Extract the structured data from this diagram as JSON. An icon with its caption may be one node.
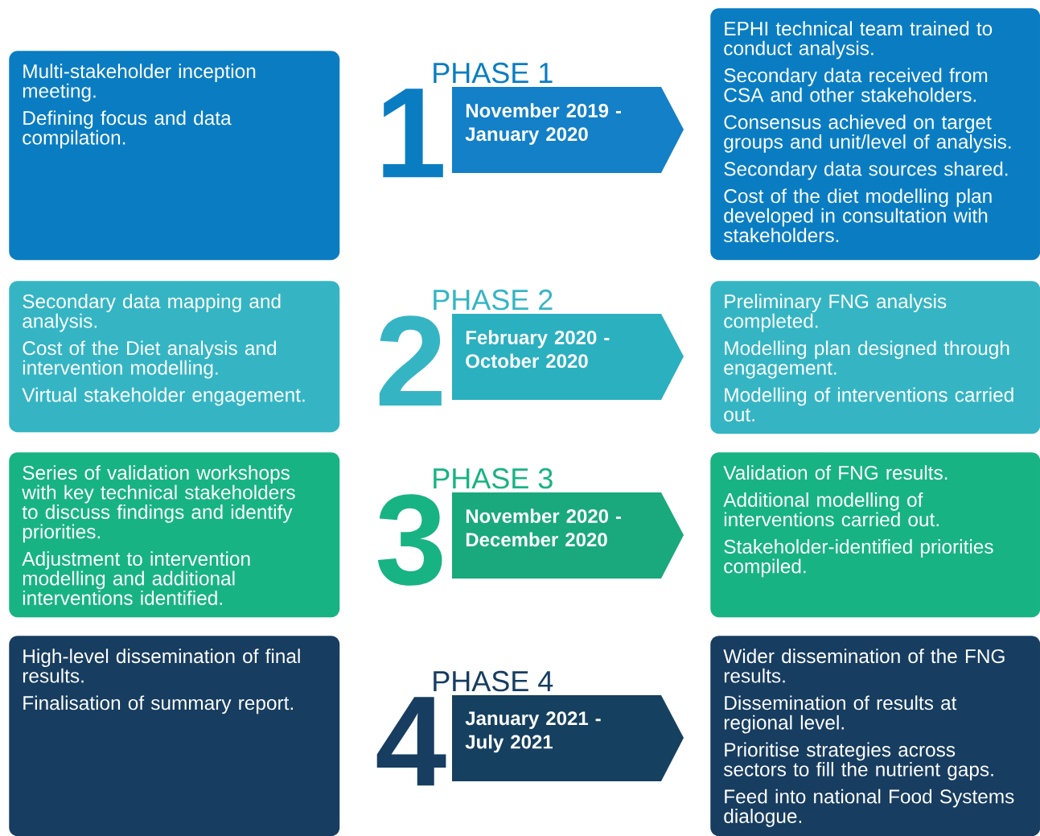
{
  "diagram": {
    "nodes": [
      {
        "text": [
          "Multi-stakeholder inception meeting.",
          "Defining focus and data compilation."
        ]
      },
      {
        "text": [
          "PHASE 1",
          "1",
          "November 2019 - January 2020"
        ]
      },
      {
        "text": [
          "EPHI technical team trained to conduct analysis.",
          "Secondary data received from CSA and other stakeholders.",
          "Consensus achieved on target groups and unit/level of analysis.",
          "Secondary data sources shared.",
          "Cost of the diet modelling plan developed in consultation with stakeholders."
        ]
      },
      {
        "text": [
          "Secondary data mapping and analysis.",
          "Cost of the Diet analysis and intervention modelling.",
          "Virtual stakeholder engagement."
        ]
      },
      {
        "text": [
          "PHASE 2",
          "2",
          "February 2020 - October 2020"
        ]
      },
      {
        "text": [
          "Preliminary FNG analysis completed.",
          "Modelling plan designed through engagement.",
          "Modelling of interventions carried out."
        ]
      },
      {
        "text": [
          "Series of validation workshops with key technical stakeholders to discuss findings and identify priorities.",
          "Adjustment to intervention modelling and additional interventions identified."
        ]
      },
      {
        "text": [
          "PHASE 3",
          "3",
          "November 2020 - December 2020"
        ]
      },
      {
        "text": [
          "Validation of FNG results.",
          "Additional modelling of interventions carried out.",
          "Stakeholder-identified priorities compiled."
        ]
      },
      {
        "text": [
          "High-level dissemination of final results.",
          "Finalisation of summary report."
        ]
      },
      {
        "text": [
          "PHASE 4",
          "4",
          "January 2021 - July 2021"
        ]
      },
      {
        "text": [
          "Wider dissemination of the FNG results.",
          "Dissemination of results at regional level.",
          "Prioritise strategies across sectors to fill the nutrient gaps.",
          "Feed into national Food Systems dialogue."
        ]
      }
    ]
  }
}
